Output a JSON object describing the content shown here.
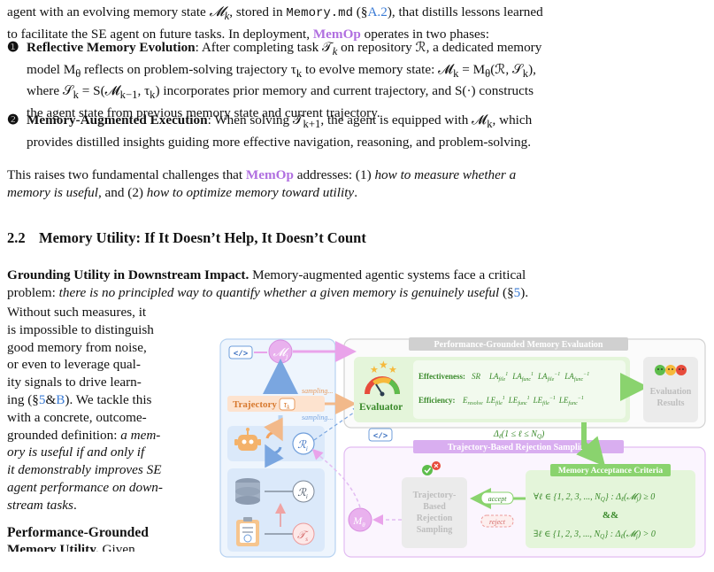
{
  "para1": {
    "line1a": "agent with an evolving memory state ",
    "mk": "𝓜",
    "mk_sub": "k",
    "line1b": ", stored in ",
    "file": "Memory.md",
    "line1c": " (§",
    "ref": "A.2",
    "line1d": "), that distills lessons learned",
    "line2a": "to facilitate the SE agent on future tasks. In deployment, ",
    "memop": "MemOp",
    "line2b": " operates in two phases:"
  },
  "bullets": [
    {
      "num": "❶",
      "title": "Reflective Memory Evolution",
      "text1": ": After completing task 𝒯",
      "text1_sub": "k",
      "text1b": " on repository ℛ, a dedicated memory",
      "text2": "model M",
      "text2_sub": "θ",
      "text2b": " reflects on problem-solving trajectory τ",
      "text2c_sub": "k",
      "text2d": " to evolve memory state: 𝓜",
      "text2e_sub": "k",
      "text2f": " = M",
      "text2g_sub": "θ",
      "text2h": "(ℛ, 𝒮",
      "text2i_sub": "k",
      "text2j": "),",
      "text3": "where 𝒮",
      "text3_sub": "k",
      "text3b": " = S(𝓜",
      "text3c_sub": "k−1",
      "text3d": ", τ",
      "text3e_sub": "k",
      "text3f": ") incorporates prior memory and current trajectory, and S(·) constructs",
      "text4": "the agent state from previous memory state and current trajectory."
    },
    {
      "num": "❷",
      "title": "Memory-Augmented Execution",
      "text1": ": When solving 𝒯",
      "text1_sub": "k+1",
      "text1b": ", the agent is equipped with 𝓜",
      "text1c_sub": "k",
      "text1d": ", which",
      "text2": "provides distilled insights guiding more effective navigation, reasoning, and problem-solving."
    }
  ],
  "para2": {
    "a": "This raises two fundamental challenges that ",
    "memop": "MemOp",
    "b": " addresses: (1) ",
    "c_it": "how to measure whether a",
    "d_it": "memory is useful",
    "e": ", and (2) ",
    "f_it": "how to optimize memory toward utility",
    "g": "."
  },
  "section": {
    "number": "2.2",
    "title": "Memory Utility: If It Doesn’t Help, It Doesn’t Count"
  },
  "para3": {
    "bold": "Grounding Utility in Downstream Impact.",
    "a": " Memory-augmented agentic systems face a critical",
    "b": "problem: ",
    "c_it": "there is no principled way to quantify whether a given memory is genuinely useful",
    "d": " (§",
    "ref": "5",
    "e": ")."
  },
  "wrap": {
    "l1": "Without such measures, it",
    "l2": "is impossible to distinguish",
    "l3": "good memory from noise,",
    "l4": "or even to leverage qual-",
    "l5": "ity signals to drive learn-",
    "l6a": "ing (§",
    "l6ref1": "5",
    "l6amp": "&",
    "l6ref2": "B",
    "l6b": "). We tackle this",
    "l7": "with a concrete, outcome-",
    "l8a": "grounded definition: ",
    "l8b_it": "a mem-",
    "l9_it": "ory is useful if and only if",
    "l10_it": "it demonstrably improves SE",
    "l11_it": "agent performance on down-",
    "l12_it": "stream tasks",
    "l12b": ".",
    "heading": "Performance-Grounded",
    "heading2": "Memory Utility.",
    "heading2b": " Given"
  },
  "figure": {
    "eval_title": "Performance-Grounded Memory Evaluation",
    "evaluator": "Evaluator",
    "effectiveness": "Effectiveness:",
    "efficiency": "Efficiency:",
    "eff_metrics": [
      "SR",
      "LA",
      "LA",
      "LA",
      "LA"
    ],
    "eval_results_1": "Evaluation",
    "eval_results_2": "Results",
    "trajectory": "Trajectory",
    "tau_k": "τ",
    "sampling1": "sampling...",
    "sampling2": "sampling...",
    "code_tag": "</>",
    "code_tag2": "</>",
    "mj": "𝓜",
    "ri": "ℛ",
    "ts": "𝒯",
    "mtheta": "M",
    "delta": "Δ",
    "delta_rest": "(1 ≤ ℓ ≤ N",
    "rej_title": "Trajectory-Based Rejection Sampling",
    "tbrs_1": "Trajectory-",
    "tbrs_2": "Based",
    "tbrs_3": "Rejection",
    "tbrs_4": "Sampling",
    "accept": "accept",
    "reject": "reject",
    "criteria_title": "Memory Acceptance Criteria",
    "crit1": "∀ℓ ∈ {1, 2, 3, ..., N",
    "crit1b": "} : Δ",
    "crit1c": "(𝓜",
    "crit1d": ") ≥ 0",
    "and": "&&",
    "crit2": "∃ℓ ∈ {1, 2, 3, ..., N",
    "crit2b": "} : Δ",
    "crit2c": "(𝓜",
    "crit2d": ") > 0"
  }
}
